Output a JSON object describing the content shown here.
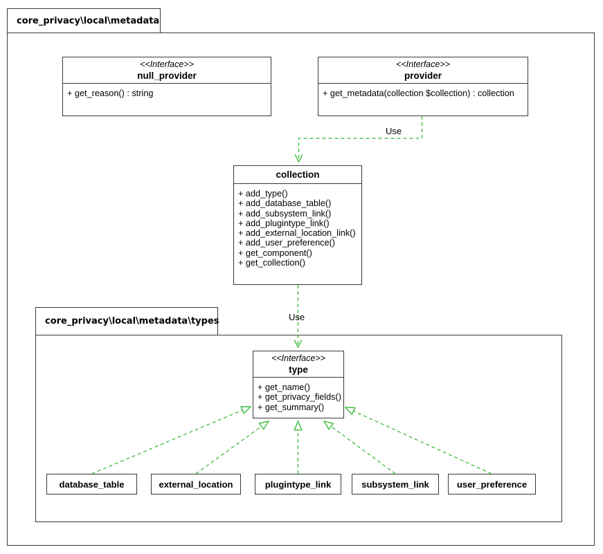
{
  "diagram": {
    "packages": {
      "outer": {
        "label": "core_privacy\\local\\metadata"
      },
      "inner": {
        "label": "core_privacy\\local\\metadata\\types"
      }
    },
    "classes": {
      "null_provider": {
        "stereotype": "<<Interface>>",
        "name": "null_provider",
        "methods": [
          "+ get_reason() : string"
        ]
      },
      "provider": {
        "stereotype": "<<Interface>>",
        "name": "provider",
        "methods": [
          "+ get_metadata(collection $collection) : collection"
        ]
      },
      "collection": {
        "name": "collection",
        "methods": [
          "+ add_type()",
          "+ add_database_table()",
          "+ add_subsystem_link()",
          "+ add_plugintype_link()",
          "+ add_external_location_link()",
          "+ add_user_preference()",
          "+ get_component()",
          "+ get_collection()"
        ]
      },
      "type": {
        "stereotype": "<<Interface>>",
        "name": "type",
        "methods": [
          "+ get_name()",
          "+ get_privacy_fields()",
          "+ get_summary()"
        ]
      },
      "database_table": {
        "name": "database_table"
      },
      "external_location": {
        "name": "external_location"
      },
      "plugintype_link": {
        "name": "plugintype_link"
      },
      "subsystem_link": {
        "name": "subsystem_link"
      },
      "user_preference": {
        "name": "user_preference"
      }
    },
    "relations": [
      {
        "from": "provider",
        "to": "collection",
        "kind": "dependency",
        "label": "Use"
      },
      {
        "from": "collection",
        "to": "type",
        "kind": "dependency",
        "label": "Use"
      },
      {
        "from": "database_table",
        "to": "type",
        "kind": "realization",
        "label": ""
      },
      {
        "from": "external_location",
        "to": "type",
        "kind": "realization",
        "label": ""
      },
      {
        "from": "plugintype_link",
        "to": "type",
        "kind": "realization",
        "label": ""
      },
      {
        "from": "subsystem_link",
        "to": "type",
        "kind": "realization",
        "label": ""
      },
      {
        "from": "user_preference",
        "to": "type",
        "kind": "realization",
        "label": ""
      }
    ],
    "colors": {
      "arrow-green": "#2db52d",
      "line": "#383838",
      "bg": "#ffffff",
      "text": "#000000"
    }
  }
}
